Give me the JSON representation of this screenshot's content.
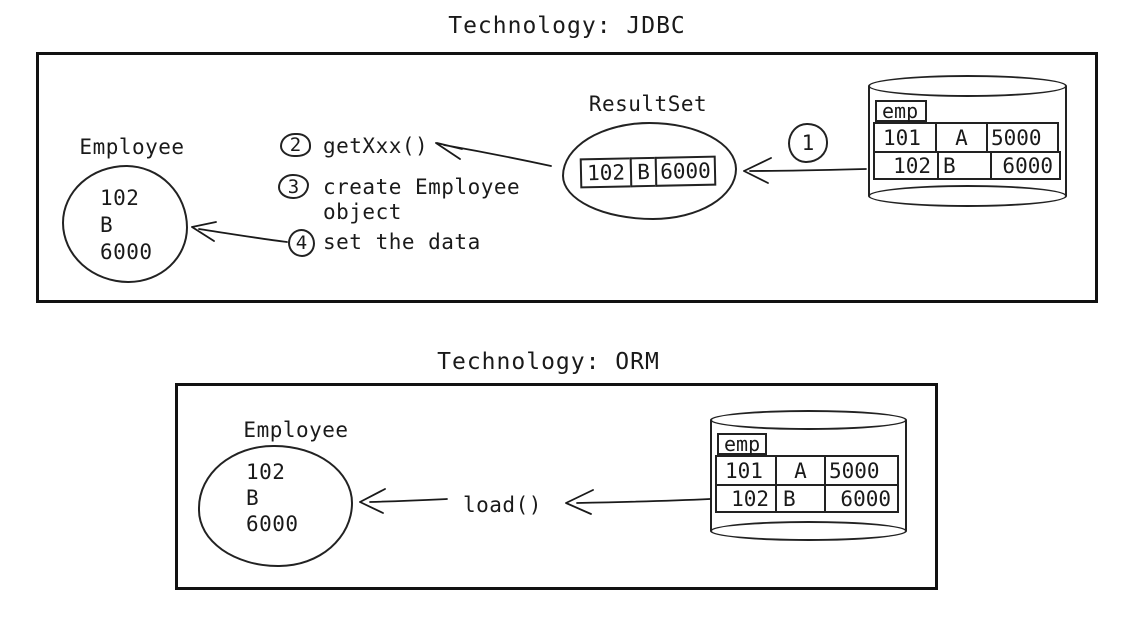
{
  "jdbc": {
    "title": "Technology: JDBC",
    "employee_label": "Employee",
    "employee_fields": [
      "102",
      "B",
      "6000"
    ],
    "steps": [
      {
        "num": "2",
        "lines": [
          "getXxx()",
          ""
        ]
      },
      {
        "num": "3",
        "lines": [
          "create Employee",
          "object"
        ]
      },
      {
        "num": "4",
        "lines": [
          "set the data",
          ""
        ]
      }
    ],
    "resultset_label": "ResultSet",
    "resultset_row": [
      "102",
      "B",
      "6000"
    ],
    "flow_num": "1",
    "db": {
      "name": "emp",
      "rows": [
        [
          "101",
          "A",
          "5000"
        ],
        [
          "102",
          "B",
          "6000"
        ]
      ]
    }
  },
  "orm": {
    "title": "Technology: ORM",
    "employee_label": "Employee",
    "employee_fields": [
      "102",
      "B",
      "6000"
    ],
    "load_label": "load()",
    "db": {
      "name": "emp",
      "rows": [
        [
          "101",
          "A",
          "5000"
        ],
        [
          "102",
          "B",
          "6000"
        ]
      ]
    }
  },
  "colors": {
    "ink": "#1a1a1a",
    "panel_border": "#111111",
    "background": "#ffffff"
  }
}
